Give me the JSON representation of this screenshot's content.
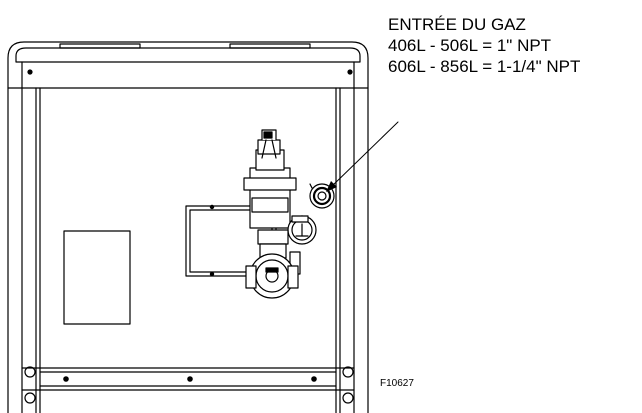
{
  "callout": {
    "title": "ENTRÉE DU GAZ",
    "line1": "406L - 506L = 1\" NPT",
    "line2": "606L - 856L = 1-1/4\" NPT"
  },
  "figure_code": "F10627"
}
